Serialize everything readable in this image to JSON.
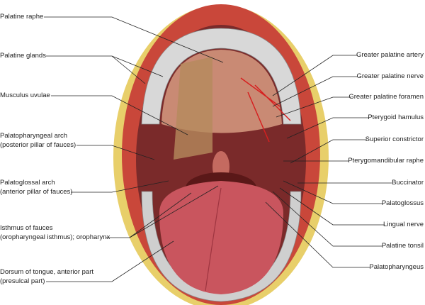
{
  "left_labels": [
    {
      "line1": "Palatine raphe"
    },
    {
      "line1": "Palatine glands"
    },
    {
      "line1": "Musculus uvulae"
    },
    {
      "line1": "Palatopharyngeal arch",
      "line2": "(posterior pillar of fauces)"
    },
    {
      "line1": "Palatoglossal arch",
      "line2": "(anterior pillar of fauces)"
    },
    {
      "line1": "Isthmus of fauces",
      "line2": "(oropharyngeal isthmus); oropharynx"
    },
    {
      "line1": "Dorsum of tongue, anterior part",
      "line2": "(presulcal part)"
    }
  ],
  "right_labels": [
    "Greater palatine artery",
    "Greater palatine nerve",
    "Greater palatine foramen",
    "Pterygoid hamulus",
    "Superior constrictor",
    "Pterygomandibular raphe",
    "Buccinator",
    "Palatoglossus",
    "Lingual nerve",
    "Palatine tonsil",
    "Palatopharyngeus"
  ],
  "colors": {
    "lip": "#c9473a",
    "fat": "#e8cf6a",
    "tongue": "#c9555e",
    "teeth": "#d8d8d8",
    "palate": "#c98a74"
  }
}
